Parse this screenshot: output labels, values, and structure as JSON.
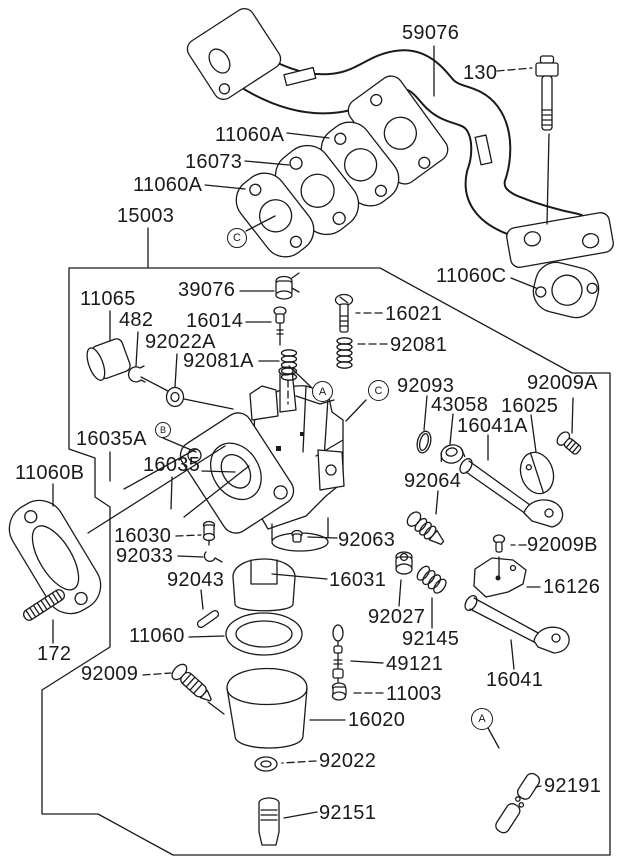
{
  "diagram": {
    "kind": "exploded-parts-diagram",
    "subject": "carburetor and intake manifold assembly",
    "colors": {
      "ink": "#1a1a1a",
      "paper": "#ffffff"
    }
  },
  "labels": [
    {
      "text": "59076"
    },
    {
      "text": "130"
    },
    {
      "text": "11060A"
    },
    {
      "text": "16073"
    },
    {
      "text": "11060A"
    },
    {
      "text": "15003"
    },
    {
      "text": "11060C"
    },
    {
      "text": "11065"
    },
    {
      "text": "39076"
    },
    {
      "text": "482"
    },
    {
      "text": "16014"
    },
    {
      "text": "92022A"
    },
    {
      "text": "92081A"
    },
    {
      "text": "16021"
    },
    {
      "text": "92081"
    },
    {
      "text": "92093"
    },
    {
      "text": "43058"
    },
    {
      "text": "16025"
    },
    {
      "text": "16041A"
    },
    {
      "text": "92009A"
    },
    {
      "text": "92064"
    },
    {
      "text": "16035A"
    },
    {
      "text": "16035"
    },
    {
      "text": "11060B"
    },
    {
      "text": "16030"
    },
    {
      "text": "92033"
    },
    {
      "text": "92043"
    },
    {
      "text": "11060"
    },
    {
      "text": "172"
    },
    {
      "text": "92009"
    },
    {
      "text": "92063"
    },
    {
      "text": "16031"
    },
    {
      "text": "92027"
    },
    {
      "text": "92145"
    },
    {
      "text": "92009B"
    },
    {
      "text": "16126"
    },
    {
      "text": "16041"
    },
    {
      "text": "49121"
    },
    {
      "text": "11003"
    },
    {
      "text": "16020"
    },
    {
      "text": "92022"
    },
    {
      "text": "92151"
    },
    {
      "text": "92191"
    }
  ],
  "markers": [
    {
      "letter": "C"
    },
    {
      "letter": "A"
    },
    {
      "letter": "C"
    },
    {
      "letter": "B"
    },
    {
      "letter": "A"
    }
  ]
}
